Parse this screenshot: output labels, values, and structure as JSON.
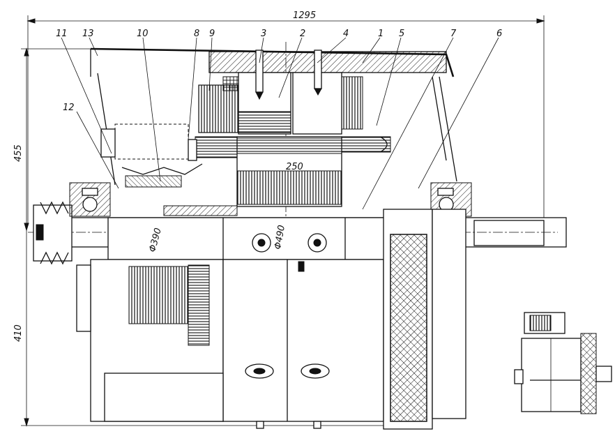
{
  "dimensions": {
    "overall_length": "1295",
    "upper_height": "455",
    "lower_height": "410",
    "shaft_diameter": "Φ390",
    "rotor_diameter": "Φ490",
    "core_length": "250"
  },
  "callouts": [
    "11",
    "13",
    "10",
    "8",
    "9",
    "3",
    "2",
    "4",
    "1",
    "5",
    "7",
    "6",
    "12"
  ],
  "colors": {
    "ink": "#111111",
    "paper": "#ffffff"
  }
}
